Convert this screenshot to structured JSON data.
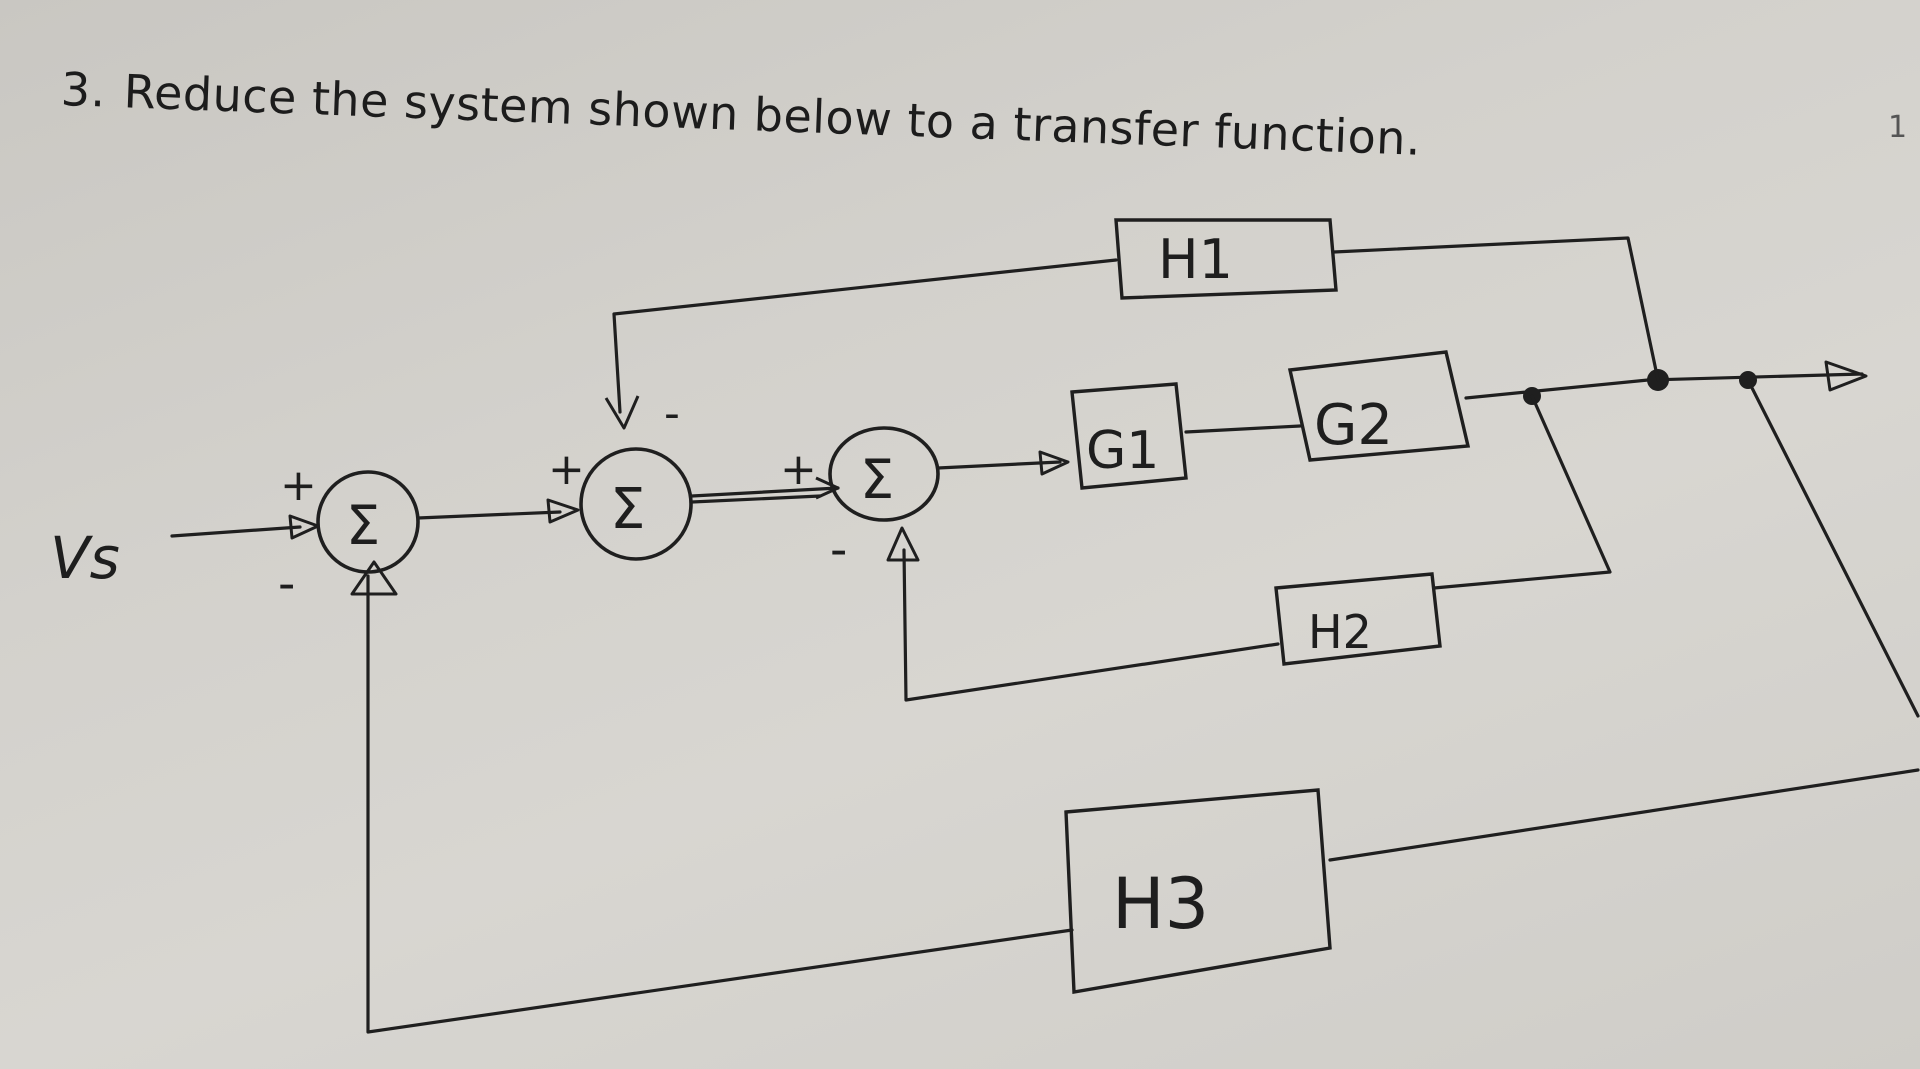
{
  "question": {
    "number": "3.",
    "text": "Reduce the system shown below to a transfer function."
  },
  "corner_mark": "1",
  "diagram": {
    "input_label": "Vs",
    "summing_symbol": "Σ",
    "blocks": {
      "h1": "H1",
      "g1": "G1",
      "g2": "G2",
      "h2": "H2",
      "h3": "H3"
    },
    "signs": {
      "sum1_plus": "+",
      "sum1_minus": "-",
      "sum2_plus": "+",
      "sum2_minus": "-",
      "sum3_plus": "+",
      "sum3_minus": "-"
    }
  }
}
